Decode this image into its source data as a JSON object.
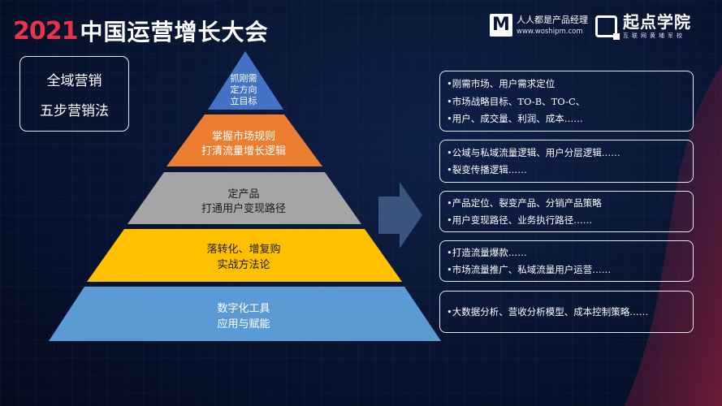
{
  "header": {
    "year": "2021",
    "title": "中国运营增长大会"
  },
  "logos": {
    "woshipm": {
      "mark": "M",
      "name": "人人都是产品经理",
      "url": "www.woshipm.com"
    },
    "qidian": {
      "name": "起点学院",
      "subtitle": "互联网黄埔军校"
    }
  },
  "label_box": {
    "line1": "全域营销",
    "line2": "五步营销法"
  },
  "pyramid": {
    "layers": [
      {
        "lines": [
          "抓刚需",
          "定方向",
          "立目标"
        ],
        "color": "#4472c4"
      },
      {
        "lines": [
          "掌握市场规则",
          "打清流量增长逻辑"
        ],
        "color": "#ed7d31"
      },
      {
        "lines": [
          "定产品",
          "打通用户变现路径"
        ],
        "color": "#a5a5a5"
      },
      {
        "lines": [
          "落转化、增复购",
          "实战方法论"
        ],
        "color": "#ffc000"
      },
      {
        "lines": [
          "数字化工具",
          "应用与赋能"
        ],
        "color": "#5b9bd5"
      }
    ]
  },
  "arrow": {
    "color": "#3a5480"
  },
  "panels": [
    {
      "items": [
        "•刚需市场、用户需求定位",
        "•市场战略目标、TO-B、TO-C、",
        "•用户、成交量、利润、成本……"
      ]
    },
    {
      "items": [
        "•公域与私域流量逻辑、用户分层逻辑……",
        "•裂变传播逻辑……"
      ]
    },
    {
      "items": [
        "•产品定位、裂变产品、分销产品策略",
        "•用户变现路径、业务执行路径……"
      ]
    },
    {
      "items": [
        "•打造流量爆款……",
        "•市场流量推广、私域流量用户运营……"
      ]
    },
    {
      "items": [
        "•大数据分析、营收分析模型、成本控制策略……"
      ]
    }
  ]
}
